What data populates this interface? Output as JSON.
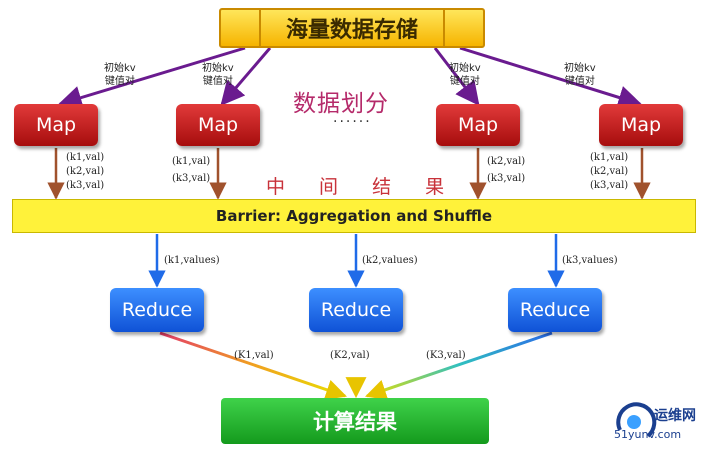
{
  "storage": {
    "label": "海量数据存储"
  },
  "partition_label": "数据划分",
  "dots": "......",
  "middle_result_label": "中 间 结 果",
  "initial_kv": [
    "初始kv\n键值对",
    "初始kv\n键值对",
    "初始kv\n键值对",
    "初始kv\n键值对"
  ],
  "maps": [
    {
      "label": "Map",
      "outputs": [
        "(k1,val)",
        "(k2,val)",
        "(k3,val)"
      ]
    },
    {
      "label": "Map",
      "outputs": [
        "(k1,val)",
        "(k3,val)"
      ]
    },
    {
      "label": "Map",
      "outputs": [
        "(k2,val)",
        "(k3,val)"
      ]
    },
    {
      "label": "Map",
      "outputs": [
        "(k1,val)",
        "(k2,val)",
        "(k3,val)"
      ]
    }
  ],
  "barrier": {
    "label": "Barrier: Aggregation and Shuffle"
  },
  "reduces": [
    {
      "label": "Reduce",
      "input": "(k1,values)",
      "output": "(K1,val)"
    },
    {
      "label": "Reduce",
      "input": "(k2,values)",
      "output": "(K2,val)"
    },
    {
      "label": "Reduce",
      "input": "(k3,values)",
      "output": "(K3,val)"
    }
  ],
  "result": {
    "label": "计算结果"
  },
  "watermark": {
    "text1": "运维网",
    "text2": "51yunv.com"
  },
  "colors": {
    "storage": "#f6b400",
    "map": "#c41a1a",
    "barrier": "#fff23a",
    "reduce": "#1f6be8",
    "result": "#1fb52a",
    "arrow_purple": "#6a1b8f",
    "arrow_brown": "#a0522d",
    "arrow_blue": "#1f6be8",
    "partition_text": "#b52a6a",
    "middle_text": "#c8323a"
  }
}
